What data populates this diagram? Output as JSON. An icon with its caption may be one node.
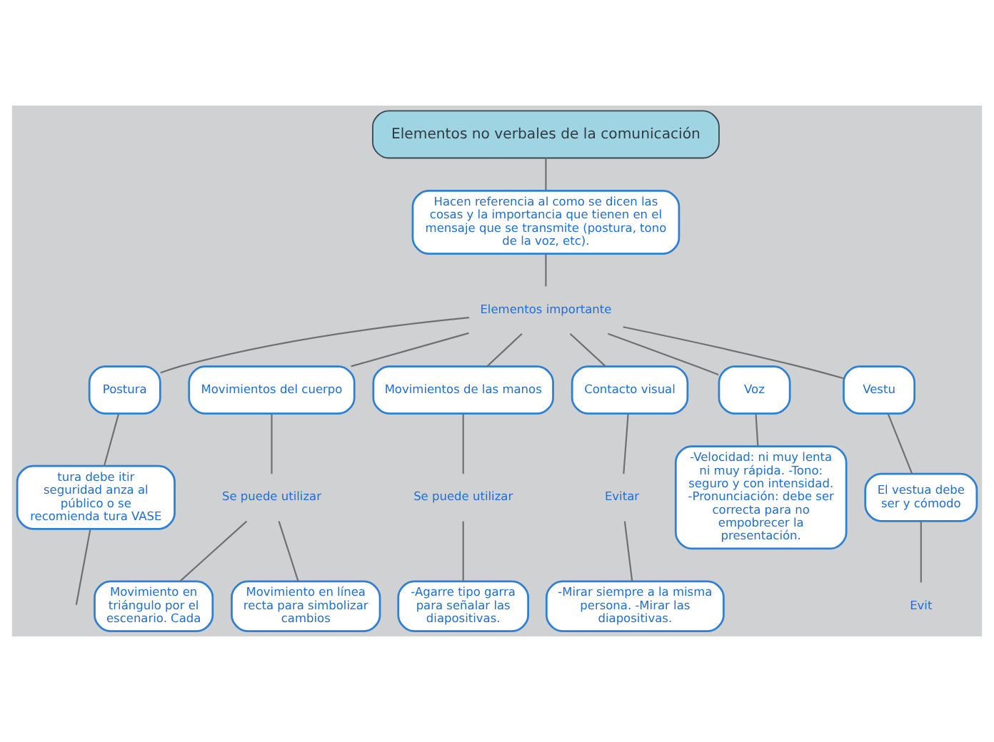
{
  "diagram": {
    "nodes": [
      {
        "text": [
          "Elementos no verbales de la comunicación"
        ]
      },
      {
        "text": [
          "Hacen referencia al como se dicen las cosas y la importancia que tienen en el mensaje que se transmite (postura, tono de la voz, etc)."
        ]
      },
      {
        "text": [
          "Elementos importante"
        ]
      },
      {
        "text": [
          "Postura"
        ]
      },
      {
        "text": [
          "Movimientos del cuerpo"
        ]
      },
      {
        "text": [
          "Movimientos de las manos"
        ]
      },
      {
        "text": [
          "Contacto visual"
        ]
      },
      {
        "text": [
          "Voz"
        ]
      },
      {
        "text": [
          "Vestu"
        ]
      },
      {
        "text": [
          "tura debe itir seguridad anza al público o se recomienda tura VASE"
        ]
      },
      {
        "text": [
          "Se puede utilizar"
        ]
      },
      {
        "text": [
          "Movimiento en triángulo por el escenario. Cada"
        ]
      },
      {
        "text": [
          "Movimiento en línea recta para simbolizar cambios"
        ]
      },
      {
        "text": [
          "Se puede utilizar"
        ]
      },
      {
        "text": [
          "-Agarre tipo garra para señalar las diapositivas."
        ]
      },
      {
        "text": [
          "Evitar"
        ]
      },
      {
        "text": [
          "-Mirar siempre a la misma persona. -Mirar las diapositivas."
        ]
      },
      {
        "text": [
          "-Velocidad: ni muy lenta ni muy rápida. -Tono: seguro y con intensidad. -Pronunciación: debe ser correcta para no empobrecer la presentación."
        ]
      },
      {
        "text": [
          "El vestua debe ser y cómodo"
        ]
      },
      {
        "text": [
          "Evit"
        ]
      }
    ],
    "edges": [
      {
        "from": 0,
        "to": 1,
        "arrow": "none"
      },
      {
        "from": 1,
        "to": 2,
        "arrow": "none"
      },
      {
        "from": 2,
        "to": 3,
        "arrow": "none"
      },
      {
        "from": 2,
        "to": 4,
        "arrow": "none"
      },
      {
        "from": 2,
        "to": 5,
        "arrow": "none"
      },
      {
        "from": 2,
        "to": 6,
        "arrow": "none"
      },
      {
        "from": 2,
        "to": 7,
        "arrow": "none"
      },
      {
        "from": 2,
        "to": 8,
        "arrow": "none"
      },
      {
        "from": 3,
        "to": 9,
        "arrow": "none"
      },
      {
        "from": 9,
        "to": null,
        "arrow": "none"
      },
      {
        "from": 4,
        "to": 10,
        "arrow": "none"
      },
      {
        "from": 10,
        "to": 11,
        "arrow": "none"
      },
      {
        "from": 10,
        "to": 12,
        "arrow": "none"
      },
      {
        "from": 5,
        "to": 13,
        "arrow": "none"
      },
      {
        "from": 13,
        "to": 14,
        "arrow": "none"
      },
      {
        "from": 6,
        "to": 15,
        "arrow": "none"
      },
      {
        "from": 15,
        "to": 16,
        "arrow": "none"
      },
      {
        "from": 7,
        "to": 17,
        "arrow": "none"
      },
      {
        "from": 8,
        "to": 18,
        "arrow": "none"
      },
      {
        "from": 18,
        "to": 19,
        "arrow": "none"
      }
    ]
  }
}
